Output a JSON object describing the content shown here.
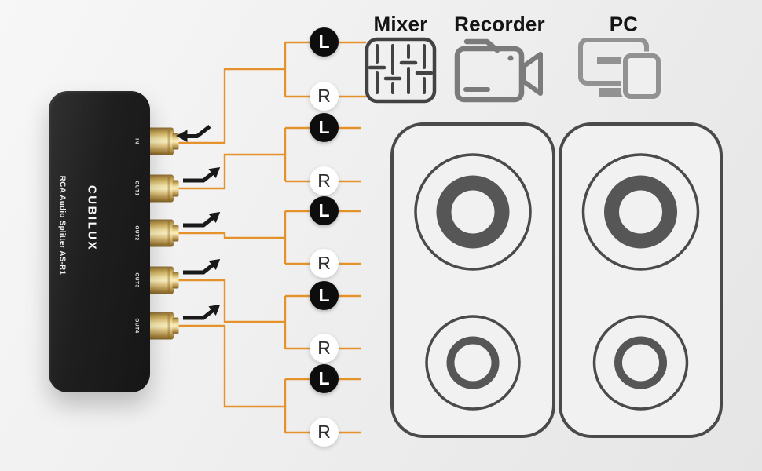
{
  "device": {
    "brand": "CUBILUX",
    "model_label": "RCA Audio Splitter AS-R1",
    "ports": [
      {
        "label": "IN",
        "arrow": "in"
      },
      {
        "label": "OUT1",
        "arrow": "out"
      },
      {
        "label": "OUT2",
        "arrow": "out"
      },
      {
        "label": "OUT3",
        "arrow": "out"
      },
      {
        "label": "OUT4",
        "arrow": "out"
      }
    ]
  },
  "connections": {
    "wire_color": "#E6922C",
    "pairs": [
      {
        "source": "IN",
        "left": "L",
        "right": "R"
      },
      {
        "source": "OUT1",
        "left": "L",
        "right": "R"
      },
      {
        "source": "OUT2",
        "left": "L",
        "right": "R"
      },
      {
        "source": "OUT3",
        "left": "L",
        "right": "R"
      },
      {
        "source": "OUT4",
        "left": "L",
        "right": "R"
      }
    ]
  },
  "destinations": [
    {
      "label": "Mixer",
      "icon": "mixer-sliders-icon"
    },
    {
      "label": "Recorder",
      "icon": "video-camera-icon"
    },
    {
      "label": "PC",
      "icon": "computer-devices-icon"
    }
  ],
  "speakers": {
    "count": 2,
    "icon": "speaker-icon"
  },
  "colors": {
    "background": "#efefef",
    "device_body": "#1e1e1e",
    "rca_gold": "#E9CD85",
    "badge_l_bg": "#0d0d0d",
    "badge_r_bg": "#ffffff",
    "mixer_icon": "#424242",
    "recorder_icon": "#7b7b7b",
    "pc_icon": "#929292",
    "speaker_outline": "#4a4a4a",
    "speaker_ring": "#565656",
    "label_text": "#141414"
  }
}
